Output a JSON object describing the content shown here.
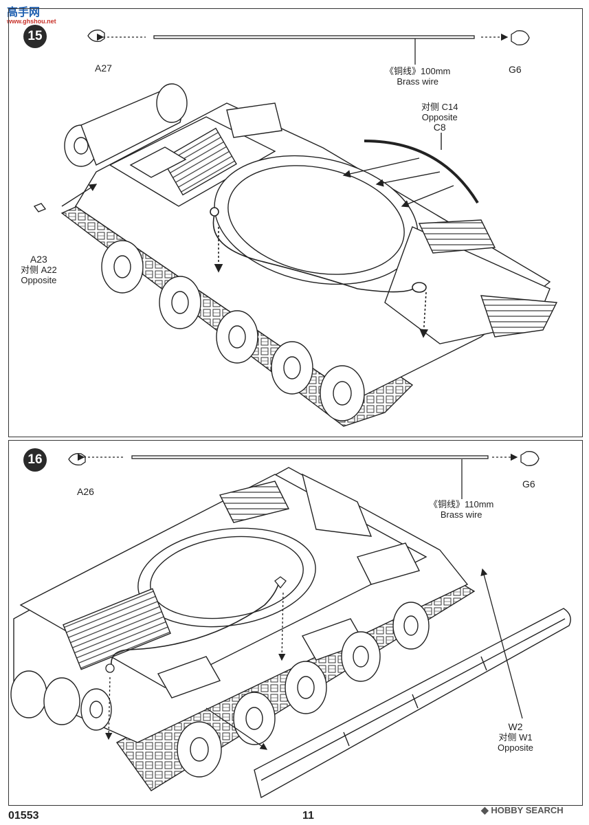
{
  "watermark_top": {
    "text": "高手网",
    "sub": "www.ghshou.net"
  },
  "step15": {
    "number": "15",
    "wire": {
      "cn": "《铜线》100mm",
      "en": "Brass wire"
    },
    "left_part": "A27",
    "right_part": "G6",
    "c": {
      "line1": "对侧 C14",
      "line2": "Opposite",
      "line3": "C8"
    },
    "a": {
      "line1": "A23",
      "line2": "对侧 A22",
      "line3": "Opposite"
    }
  },
  "step16": {
    "number": "16",
    "wire": {
      "cn": "《铜线》110mm",
      "en": "Brass wire"
    },
    "left_part": "A26",
    "right_part": "G6",
    "w": {
      "line1": "W2",
      "line2": "对侧 W1",
      "line3": "Opposite"
    }
  },
  "footer": {
    "code": "01553",
    "page": "11",
    "brand": "HOBBY SEARCH"
  }
}
